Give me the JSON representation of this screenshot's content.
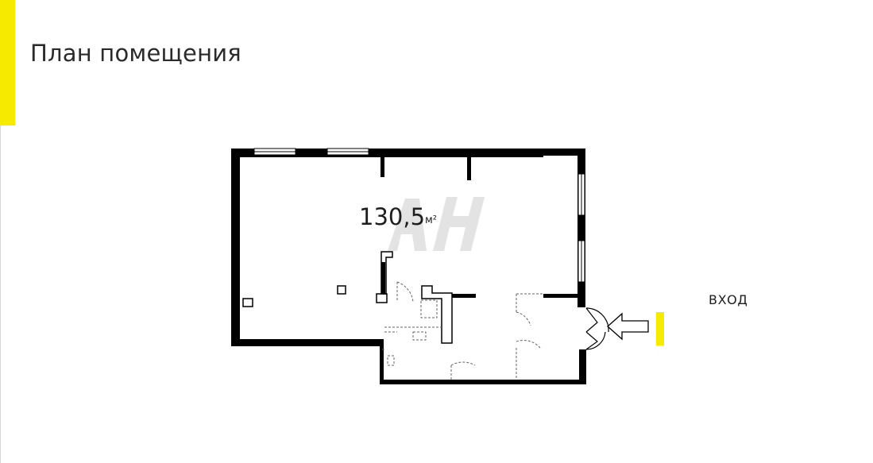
{
  "title": "План помещения",
  "plan": {
    "area_value": "130,5",
    "area_unit": "м²",
    "watermark": "АН",
    "entrance_label": "ВХОД"
  },
  "colors": {
    "accent": "#f6ea00",
    "wall": "#000000",
    "text": "#2b2b2b",
    "watermark": "#e2e2e2"
  }
}
